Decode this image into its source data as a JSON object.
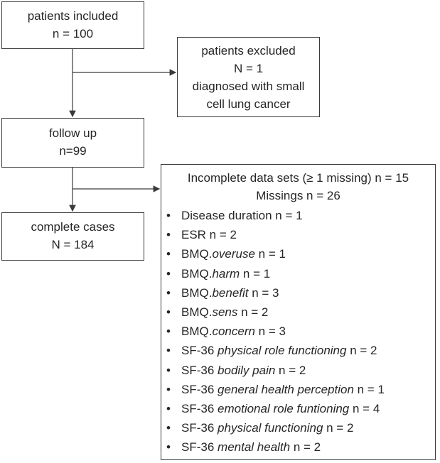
{
  "boxes": {
    "included": {
      "line1": "patients included",
      "line2": "n = 100"
    },
    "excluded": {
      "line1": "patients excluded",
      "line2": "N = 1",
      "line3": "diagnosed with small",
      "line4": "cell lung cancer"
    },
    "followup": {
      "line1": "follow up",
      "line2": "n=99"
    },
    "complete": {
      "line1": "complete cases",
      "line2": "N = 184"
    }
  },
  "incomplete": {
    "header1": "Incomplete data sets (≥ 1 missing) n = 15",
    "header2": "Missings n = 26",
    "bullet": "•",
    "items": [
      {
        "prefix": "",
        "italic": "",
        "text": "Disease duration n = 1"
      },
      {
        "prefix": "",
        "italic": "",
        "text": "ESR n = 2"
      },
      {
        "prefix": "BMQ.",
        "italic": "overuse",
        "text": " n = 1"
      },
      {
        "prefix": "BMQ.",
        "italic": "harm",
        "text": " n = 1"
      },
      {
        "prefix": "BMQ.",
        "italic": "benefit",
        "text": " n = 3"
      },
      {
        "prefix": "BMQ.",
        "italic": "sens",
        "text": " n = 2"
      },
      {
        "prefix": "BMQ.",
        "italic": "concern",
        "text": " n = 3"
      },
      {
        "prefix": "SF-36 ",
        "italic": "physical role functioning",
        "text": " n = 2"
      },
      {
        "prefix": "SF-36 ",
        "italic": "bodily pain",
        "text": " n = 2"
      },
      {
        "prefix": "SF-36 ",
        "italic": "general health perception",
        "text": " n = 1"
      },
      {
        "prefix": "SF-36 ",
        "italic": "emotional role funtioning",
        "text": " n = 4"
      },
      {
        "prefix": "SF-36 ",
        "italic": "physical functioning",
        "text": " n = 2"
      },
      {
        "prefix": "SF-36 ",
        "italic": "mental health",
        "text": " n = 2"
      }
    ]
  }
}
